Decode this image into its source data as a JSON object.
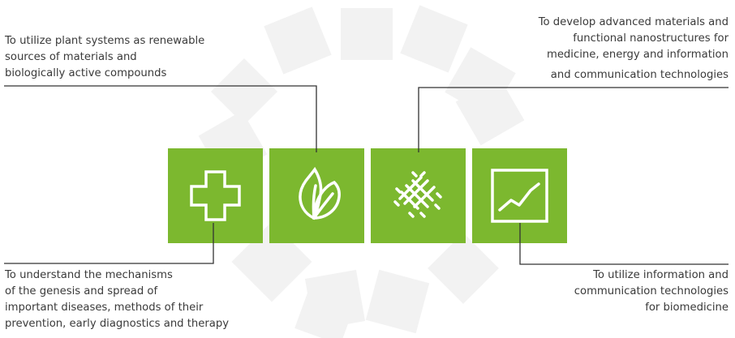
{
  "colors": {
    "accent": "#7cb82f",
    "decoration": "#f2f2f2",
    "connector": "#333333",
    "text": "#3a3a3a"
  },
  "icons": [
    "medical-cross-icon",
    "leaves-icon",
    "nanostructure-icon",
    "chart-screen-icon"
  ],
  "labels": {
    "top_left": [
      "To utilize plant systems as renewable",
      "sources of materials and",
      "biologically active compounds"
    ],
    "top_right": [
      "To develop advanced materials and",
      "functional nanostructures for",
      "medicine, energy and information",
      "and communication technologies"
    ],
    "bottom_left": [
      "To understand the mechanisms",
      "of the genesis and spread of",
      "important diseases, methods of their",
      "prevention, early diagnostics and therapy"
    ],
    "bottom_right": [
      "To utilize information and",
      "communication technologies",
      "for biomedicine"
    ]
  }
}
